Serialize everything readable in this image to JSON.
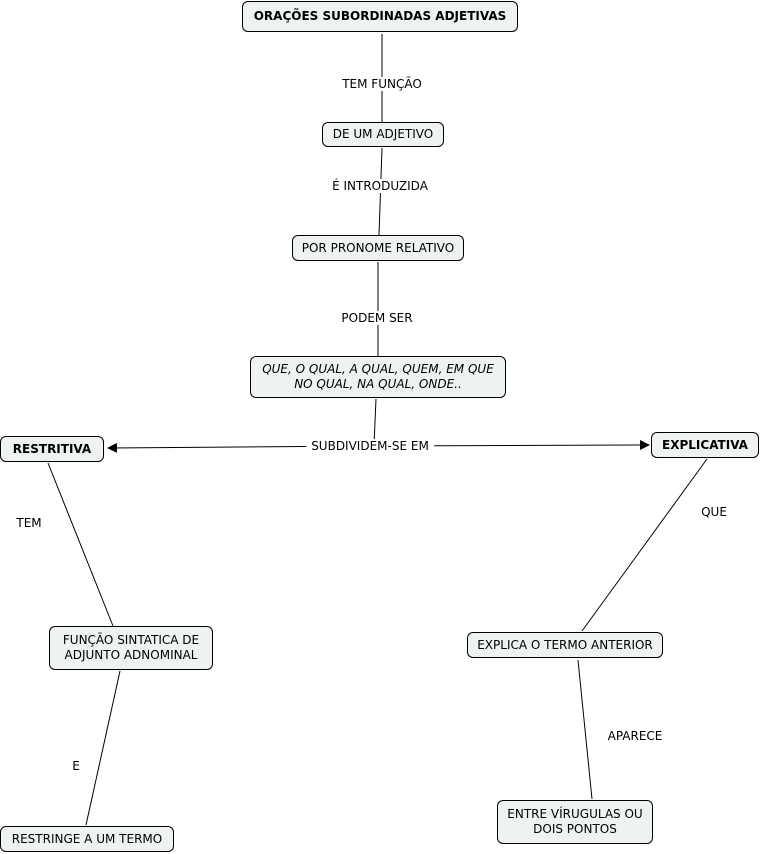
{
  "nodes": {
    "root": "ORAÇÕES SUBORDINADAS ADJETIVAS",
    "adjetivo": "DE UM ADJETIVO",
    "pronome": "POR PRONOME RELATIVO",
    "lista": "QUE, O QUAL, A QUAL, QUEM, EM QUE\nNO QUAL, NA QUAL, ONDE..",
    "restritiva": "RESTRITIVA",
    "explicativa": "EXPLICATIVA",
    "funcao": "FUNÇÃO SINTATICA DE\nADJUNTO ADNOMINAL",
    "restringe": "RESTRINGE A UM TERMO",
    "explica": "EXPLICA O TERMO ANTERIOR",
    "virgulas": "ENTRE VÍRUGULAS OU\nDOIS PONTOS"
  },
  "links": {
    "tem_funcao": "TEM FUNÇÃO",
    "introduzida": "É INTRODUZIDA",
    "podem_ser": "PODEM SER",
    "subdividem": "SUBDIVIDEM-SE EM",
    "tem": "TEM",
    "e": "E",
    "que": "QUE",
    "aparece": "APARECE"
  }
}
